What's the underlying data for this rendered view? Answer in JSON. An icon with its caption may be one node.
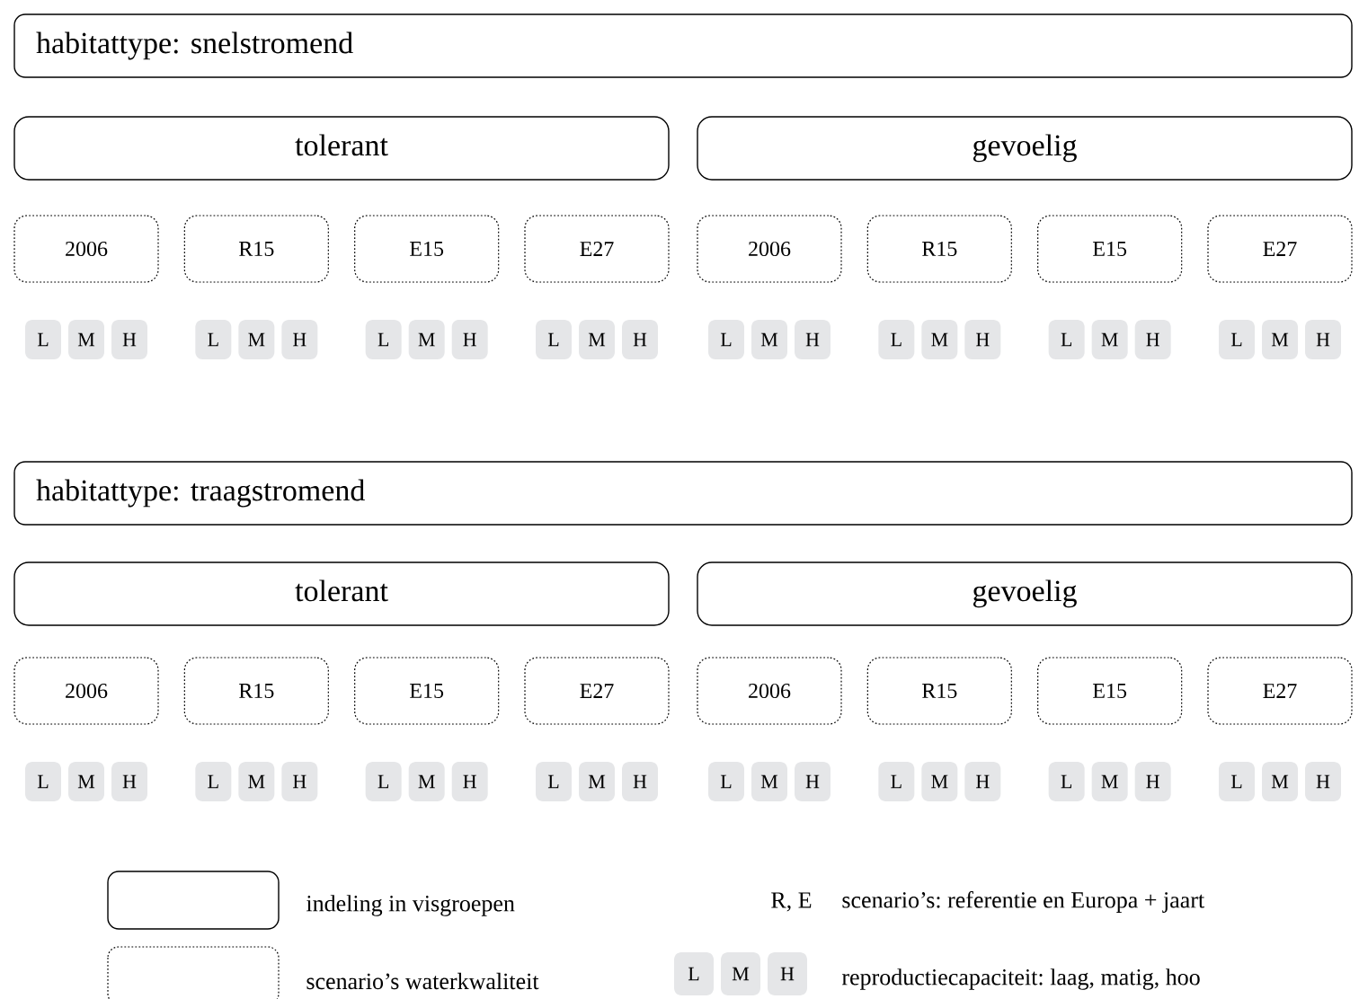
{
  "diagram": {
    "nodes": [
      {
        "text": [
          "habitattype: snelstromend"
        ]
      },
      {
        "text": [
          "tolerant"
        ]
      },
      {
        "text": [
          "gevoelig"
        ]
      },
      {
        "text": [
          "2006"
        ]
      },
      {
        "text": [
          "R15"
        ]
      },
      {
        "text": [
          "E15"
        ]
      },
      {
        "text": [
          "E27"
        ]
      },
      {
        "text": [
          "2006"
        ]
      },
      {
        "text": [
          "R15"
        ]
      },
      {
        "text": [
          "E15"
        ]
      },
      {
        "text": [
          "E27"
        ]
      },
      {
        "text": [
          "L"
        ]
      },
      {
        "text": [
          "M"
        ]
      },
      {
        "text": [
          "H"
        ]
      },
      {
        "text": [
          "L"
        ]
      },
      {
        "text": [
          "M"
        ]
      },
      {
        "text": [
          "H"
        ]
      },
      {
        "text": [
          "L"
        ]
      },
      {
        "text": [
          "M"
        ]
      },
      {
        "text": [
          "H"
        ]
      },
      {
        "text": [
          "L"
        ]
      },
      {
        "text": [
          "M"
        ]
      },
      {
        "text": [
          "H"
        ]
      },
      {
        "text": [
          "L"
        ]
      },
      {
        "text": [
          "M"
        ]
      },
      {
        "text": [
          "H"
        ]
      },
      {
        "text": [
          "L"
        ]
      },
      {
        "text": [
          "M"
        ]
      },
      {
        "text": [
          "H"
        ]
      },
      {
        "text": [
          "L"
        ]
      },
      {
        "text": [
          "M"
        ]
      },
      {
        "text": [
          "H"
        ]
      },
      {
        "text": [
          "L"
        ]
      },
      {
        "text": [
          "M"
        ]
      },
      {
        "text": [
          "H"
        ]
      },
      {
        "text": [
          "habitattype: traagstromend"
        ]
      },
      {
        "text": [
          "tolerant"
        ]
      },
      {
        "text": [
          "gevoelig"
        ]
      },
      {
        "text": [
          "2006"
        ]
      },
      {
        "text": [
          "R15"
        ]
      },
      {
        "text": [
          "E15"
        ]
      },
      {
        "text": [
          "E27"
        ]
      },
      {
        "text": [
          "2006"
        ]
      },
      {
        "text": [
          "R15"
        ]
      },
      {
        "text": [
          "E15"
        ]
      },
      {
        "text": [
          "E27"
        ]
      },
      {
        "text": [
          "L"
        ]
      },
      {
        "text": [
          "M"
        ]
      },
      {
        "text": [
          "H"
        ]
      },
      {
        "text": [
          "L"
        ]
      },
      {
        "text": [
          "M"
        ]
      },
      {
        "text": [
          "H"
        ]
      },
      {
        "text": [
          "L"
        ]
      },
      {
        "text": [
          "M"
        ]
      },
      {
        "text": [
          "H"
        ]
      },
      {
        "text": [
          "L"
        ]
      },
      {
        "text": [
          "M"
        ]
      },
      {
        "text": [
          "H"
        ]
      },
      {
        "text": [
          "L"
        ]
      },
      {
        "text": [
          "M"
        ]
      },
      {
        "text": [
          "H"
        ]
      },
      {
        "text": [
          "L"
        ]
      },
      {
        "text": [
          "M"
        ]
      },
      {
        "text": [
          "H"
        ]
      },
      {
        "text": [
          "L"
        ]
      },
      {
        "text": [
          "M"
        ]
      },
      {
        "text": [
          "H"
        ]
      },
      {
        "text": [
          "L"
        ]
      },
      {
        "text": [
          "M"
        ]
      },
      {
        "text": [
          "H"
        ]
      },
      {
        "text": [
          "L"
        ]
      },
      {
        "text": [
          "M"
        ]
      },
      {
        "text": [
          "H"
        ]
      }
    ],
    "labels": [
      "R, E",
      "scenario’s: referentie en Europa + jaart",
      "reproductiecapaciteit: laag, matig, hoo"
    ],
    "legend": [
      {
        "text": "indeling in visgroepen"
      },
      {
        "text": "scenario’s waterkwaliteit"
      }
    ]
  }
}
